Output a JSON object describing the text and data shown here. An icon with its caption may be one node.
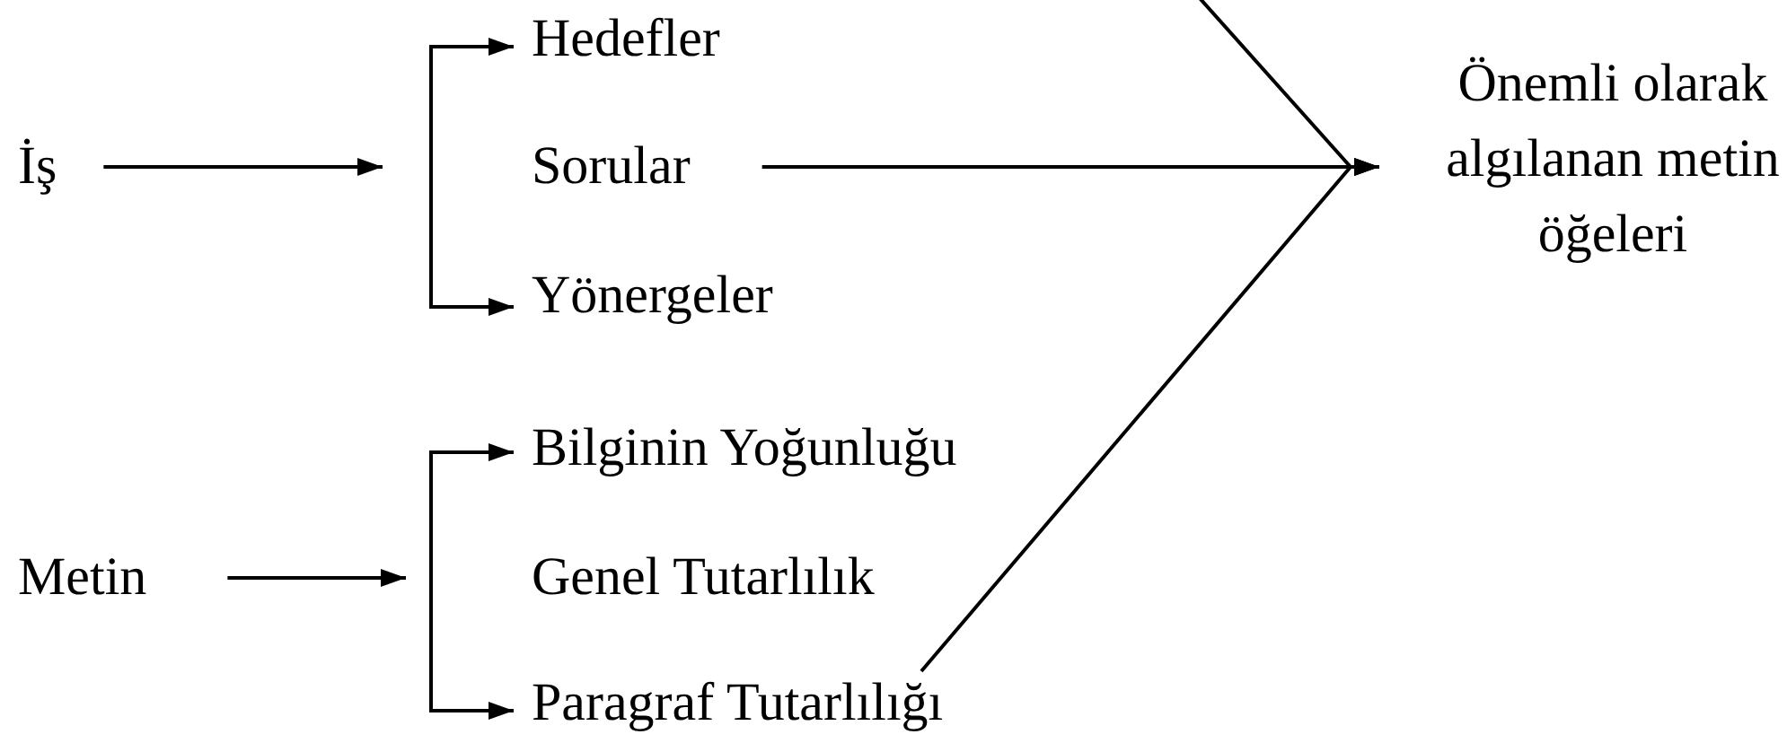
{
  "diagram": {
    "nodes": [
      {
        "text": [
          "İş"
        ]
      },
      {
        "text": [],
        "shape": "bracket"
      },
      {
        "text": [
          "Hedefler"
        ]
      },
      {
        "text": [
          "Sorular"
        ]
      },
      {
        "text": [
          "Yönergeler"
        ]
      },
      {
        "text": [
          "Metin"
        ]
      },
      {
        "text": [],
        "shape": "bracket"
      },
      {
        "text": [
          "Bilginin Yoğunluğu"
        ]
      },
      {
        "text": [
          "Genel Tutarlılık"
        ]
      },
      {
        "text": [
          "Paragraf Tutarlılığı"
        ]
      },
      {
        "text": [
          "Önemli olarak algılanan metin öğeleri"
        ]
      }
    ],
    "edges": [
      {
        "from": 0,
        "to": 1,
        "arrow": "to"
      },
      {
        "from": 1,
        "to": 2,
        "arrow": "to"
      },
      {
        "from": 1,
        "to": 4,
        "arrow": "to"
      },
      {
        "from": 5,
        "to": 6,
        "arrow": "to"
      },
      {
        "from": 6,
        "to": 7,
        "arrow": "to"
      },
      {
        "from": 6,
        "to": 9,
        "arrow": "to"
      },
      {
        "from": 3,
        "to": 10,
        "arrow": "to"
      },
      {
        "from": 9,
        "to": 10,
        "arrow": "to"
      },
      {
        "from": null,
        "to": 10,
        "arrow": "to"
      }
    ]
  }
}
